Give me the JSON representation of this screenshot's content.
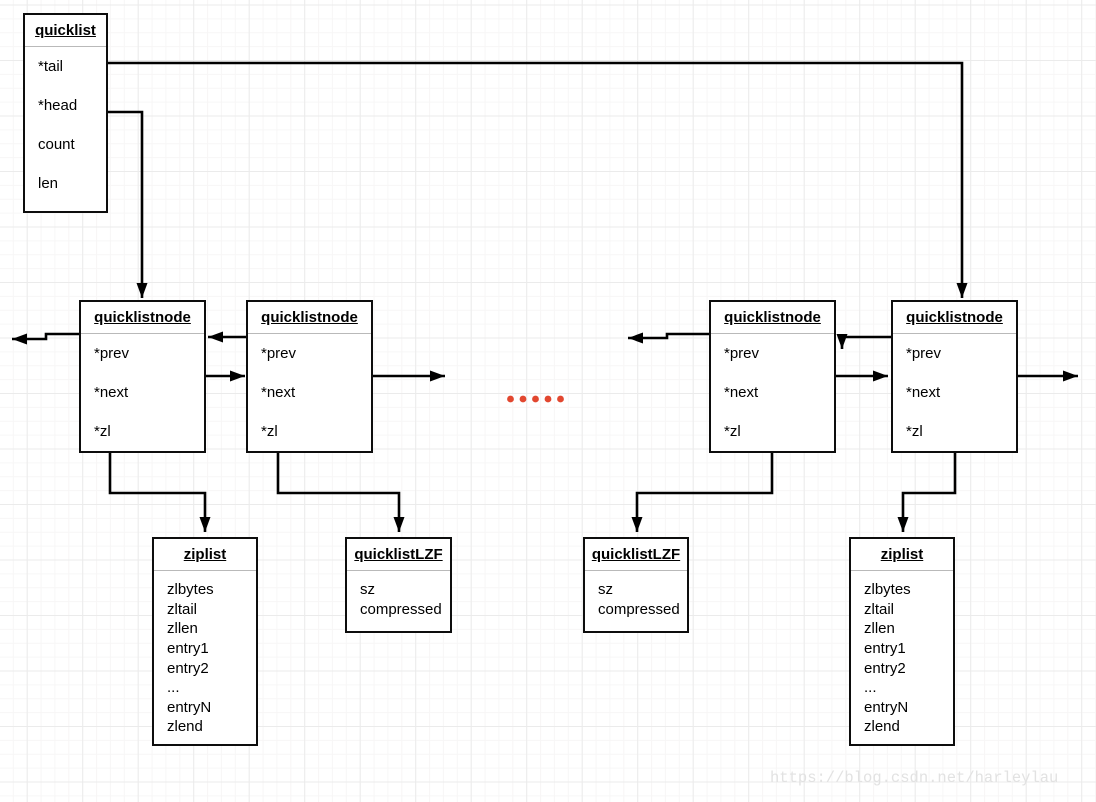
{
  "diagram": {
    "quicklist": {
      "title": "quicklist",
      "fields": [
        "*tail",
        "*head",
        "count",
        "len"
      ]
    },
    "nodes": [
      {
        "title": "quicklistnode",
        "fields": [
          "*prev",
          "*next",
          "*zl"
        ]
      },
      {
        "title": "quicklistnode",
        "fields": [
          "*prev",
          "*next",
          "*zl"
        ]
      },
      {
        "title": "quicklistnode",
        "fields": [
          "*prev",
          "*next",
          "*zl"
        ]
      },
      {
        "title": "quicklistnode",
        "fields": [
          "*prev",
          "*next",
          "*zl"
        ]
      }
    ],
    "bottom": {
      "ziplist_left": {
        "title": "ziplist",
        "fields": [
          "zlbytes",
          "zltail",
          "zllen",
          "entry1",
          "entry2",
          "...",
          "entryN",
          "zlend"
        ]
      },
      "lzf_left": {
        "title": "quicklistLZF",
        "fields": [
          "sz",
          "compressed"
        ]
      },
      "lzf_right": {
        "title": "quicklistLZF",
        "fields": [
          "sz",
          "compressed"
        ]
      },
      "ziplist_right": {
        "title": "ziplist",
        "fields": [
          "zlbytes",
          "zltail",
          "zllen",
          "entry1",
          "entry2",
          "...",
          "entryN",
          "zlend"
        ]
      }
    },
    "ellipsis": {
      "dot_count": 5,
      "color": "#e2472f"
    },
    "colors": {
      "connector": "#000000",
      "box_border": "#0d0d0d",
      "grid_major": "#ebebeb",
      "grid_minor": "#f7f6f6",
      "watermark": "#e2e2e2"
    },
    "watermark": "https://blog.csdn.net/harleylau"
  }
}
